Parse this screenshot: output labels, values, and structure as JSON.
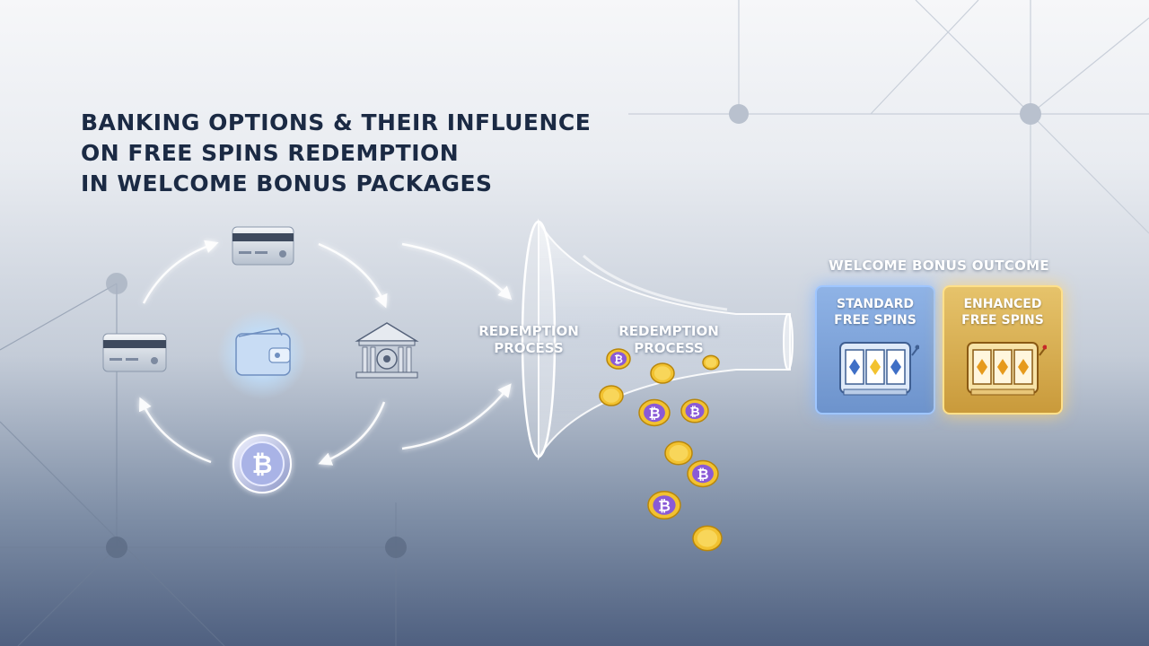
{
  "title": {
    "line1": "BANKING OPTIONS & THEIR INFLUENCE",
    "line2": "ON FREE SPINS REDEMPTION",
    "line3": "IN WELCOME BONUS PACKAGES"
  },
  "banking_methods": [
    {
      "name": "credit-card",
      "icon": "credit-card-icon"
    },
    {
      "name": "bank",
      "icon": "bank-icon"
    },
    {
      "name": "bitcoin",
      "icon": "bitcoin-icon"
    },
    {
      "name": "debit-card",
      "icon": "credit-card-icon"
    },
    {
      "name": "e-wallet",
      "icon": "wallet-icon"
    }
  ],
  "funnel": {
    "label_left_line1": "REDEMPTION",
    "label_left_line2": "PROCESS",
    "label_inner_line1": "REDEMPTION",
    "label_inner_line2": "PROCESS"
  },
  "outcome": {
    "title": "WELCOME BONUS OUTCOME",
    "standard": {
      "line1": "STANDARD",
      "line2": "FREE SPINS",
      "color": "#7fa6dc",
      "icon": "slot-machine-icon"
    },
    "enhanced": {
      "line1": "ENHANCED",
      "line2": "FREE SPINS",
      "color": "#d9b155",
      "icon": "slot-machine-icon"
    }
  },
  "colors": {
    "title": "#1b2a44",
    "arrow_glow": "#ffffff",
    "coin_gold": "#f2c230",
    "coin_purple": "#8a5ad6"
  }
}
